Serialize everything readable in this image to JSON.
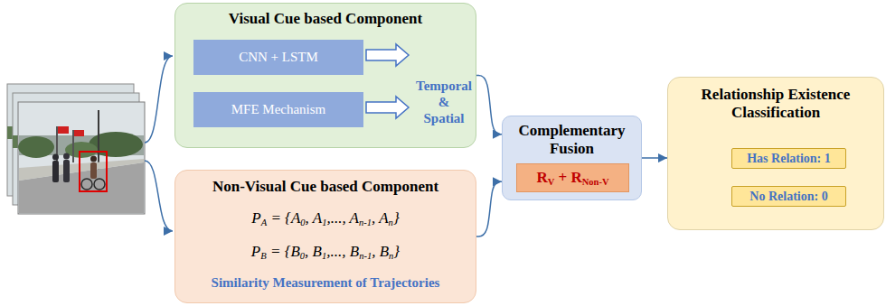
{
  "diagram": {
    "nodes": [
      {
        "text": [
          "Visual Cue based Component"
        ]
      },
      {
        "text": [
          "CNN + LSTM"
        ],
        "in": 0
      },
      {
        "text": [
          "MFE Mechanism"
        ],
        "in": 0
      },
      {
        "text": [
          "Non-Visual Cue based Component",
          "PA = {A0, A1,..., An-1, An}",
          "PB = {B0, B1,..., Bn-1, Bn}",
          "Similarity Measurement of Trajectories"
        ]
      },
      {
        "text": [
          "Complementary Fusion"
        ]
      },
      {
        "text": [
          "RV + RNon-V"
        ],
        "in": 4
      },
      {
        "text": [
          "Relationship Existence Classification"
        ]
      },
      {
        "text": [
          "Has Relation: 1"
        ],
        "in": 6
      },
      {
        "text": [
          "No Relation: 0"
        ],
        "in": 6
      }
    ],
    "edges": [
      {
        "from": 0,
        "to": 4,
        "arrow": "to"
      },
      {
        "from": 3,
        "to": 4,
        "arrow": "to"
      },
      {
        "from": 4,
        "to": 6,
        "arrow": "to"
      }
    ],
    "labels": [
      "Temporal",
      "&",
      "Spatial"
    ]
  }
}
